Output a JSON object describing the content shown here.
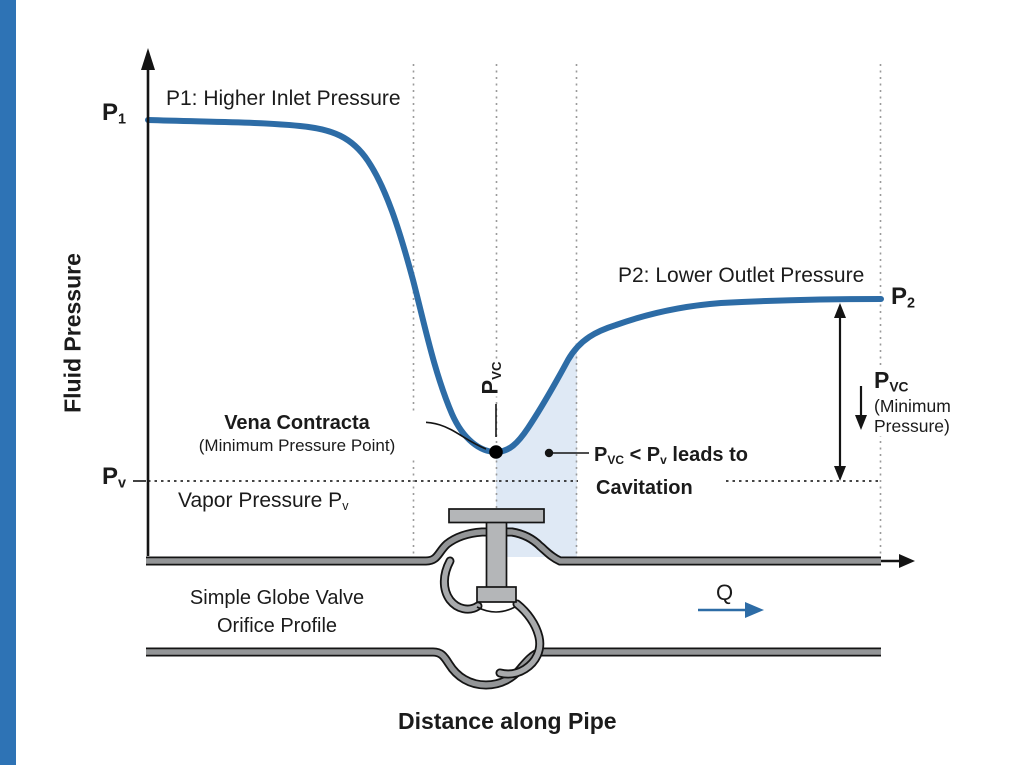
{
  "accent": {
    "bar_color": "#2e73b5"
  },
  "colors": {
    "curve": "#2d6ca6",
    "cavitation_fill": "#dbe7f4",
    "flow_arrow": "#2d6ca6"
  },
  "axes": {
    "y_title": "Fluid Pressure",
    "x_title": "Distance along Pipe"
  },
  "labels": {
    "p1_axis": {
      "main": "P",
      "sub": "1"
    },
    "p2_axis": {
      "main": "P",
      "sub": "2"
    },
    "pv_axis": {
      "main": "P",
      "sub": "v"
    },
    "p1_annotation": "P1: Higher Inlet Pressure",
    "p2_annotation": "P2: Lower Outlet Pressure",
    "vapor_line": {
      "main": "Vapor Pressure P",
      "sub": "v"
    },
    "vena_contracta": {
      "line1": "Vena Contracta",
      "line2": "(Minimum Pressure Point)"
    },
    "pvc_dip": {
      "main": "P",
      "sub": "VC"
    },
    "cavitation_note": {
      "p1": "P",
      "s1": "VC",
      "mid": " < P",
      "s2": "v",
      "tail": " leads to",
      "line2": "Cavitation"
    },
    "pvc_min": {
      "main": "P",
      "sub": "VC",
      "line2": "(Minimum",
      "line3": "Pressure)"
    },
    "valve_caption": {
      "line1": "Simple Globe Valve",
      "line2": "Orifice Profile"
    },
    "flow_symbol": "Q"
  }
}
